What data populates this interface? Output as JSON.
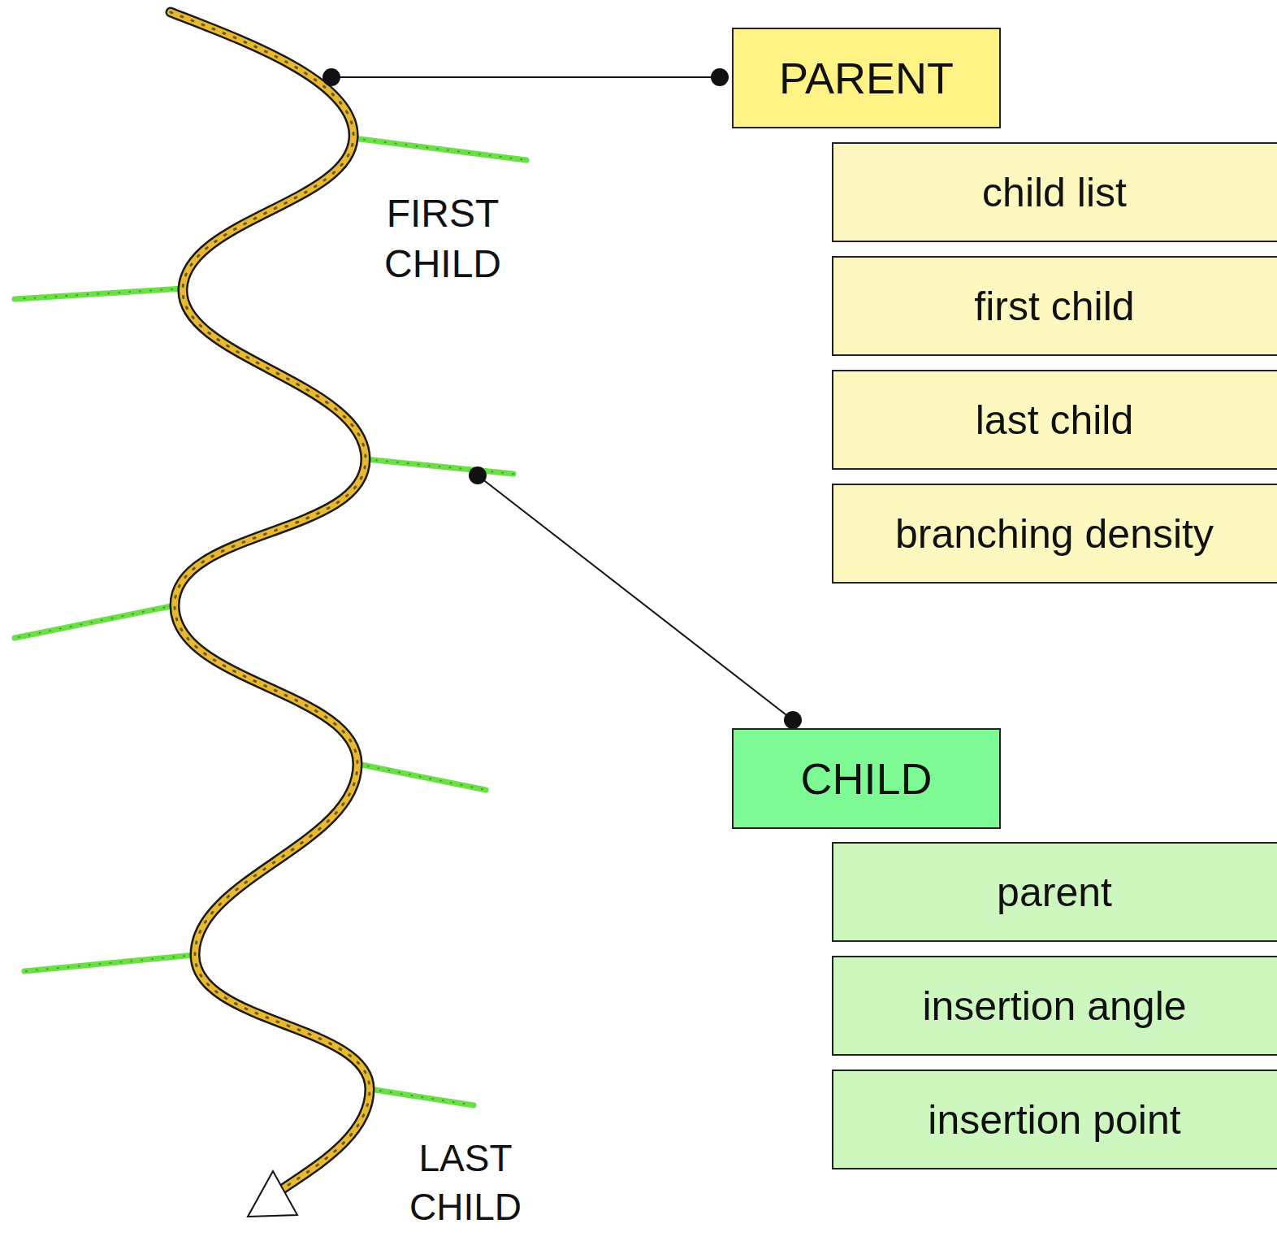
{
  "diagram": {
    "nodes": [
      {
        "text": [
          "PARENT"
        ]
      },
      {
        "text": [
          "child list"
        ]
      },
      {
        "text": [
          "first child"
        ]
      },
      {
        "text": [
          "last child"
        ]
      },
      {
        "text": [
          "branching density"
        ]
      },
      {
        "text": [
          "CHILD"
        ]
      },
      {
        "text": [
          "parent"
        ]
      },
      {
        "text": [
          "insertion angle"
        ]
      },
      {
        "text": [
          "insertion point"
        ]
      }
    ],
    "labels": [
      "FIRST CHILD",
      "LAST CHILD"
    ]
  }
}
